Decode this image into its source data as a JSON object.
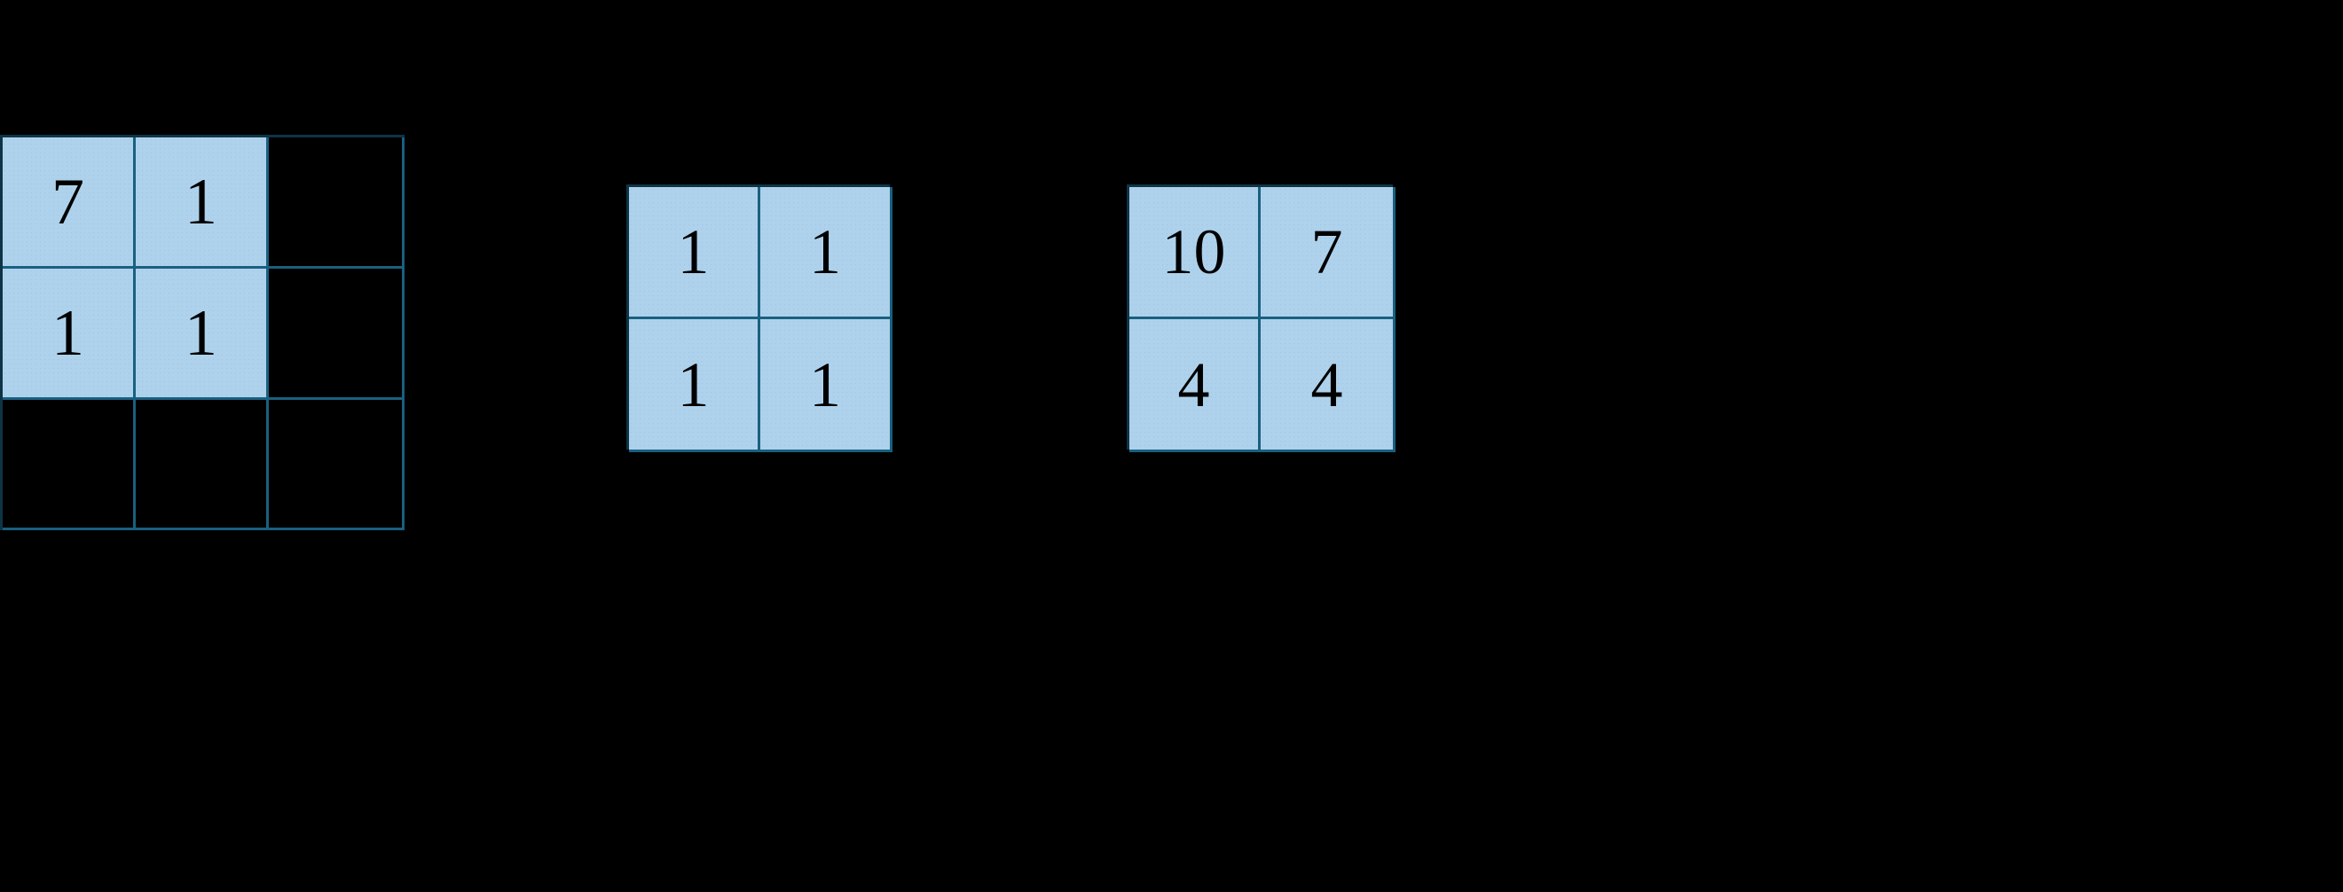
{
  "background_color": "#000000",
  "fill_color": "#aed2ec",
  "grid_line_color": "#19607f",
  "frame_color": "#0e3446",
  "text_color": "#000000",
  "chart_data": {
    "type": "table",
    "title": "",
    "description": "Three matrix diagrams rendered as grids of cells; filled cells are pale blue and contain integers, unfilled cells are empty.",
    "matrices": [
      {
        "name": "left-matrix",
        "rows": 3,
        "cols": 3,
        "cells": [
          [
            {
              "value": "7",
              "filled": true
            },
            {
              "value": "1",
              "filled": true
            },
            {
              "value": "",
              "filled": false
            }
          ],
          [
            {
              "value": "1",
              "filled": true
            },
            {
              "value": "1",
              "filled": true
            },
            {
              "value": "",
              "filled": false
            }
          ],
          [
            {
              "value": "",
              "filled": false
            },
            {
              "value": "",
              "filled": false
            },
            {
              "value": "",
              "filled": false
            }
          ]
        ]
      },
      {
        "name": "middle-matrix",
        "rows": 2,
        "cols": 2,
        "cells": [
          [
            {
              "value": "1",
              "filled": true
            },
            {
              "value": "1",
              "filled": true
            }
          ],
          [
            {
              "value": "1",
              "filled": true
            },
            {
              "value": "1",
              "filled": true
            }
          ]
        ]
      },
      {
        "name": "right-matrix",
        "rows": 2,
        "cols": 2,
        "cells": [
          [
            {
              "value": "10",
              "filled": true
            },
            {
              "value": "7",
              "filled": true
            }
          ],
          [
            {
              "value": "4",
              "filled": true
            },
            {
              "value": "4",
              "filled": true
            }
          ]
        ]
      }
    ]
  }
}
